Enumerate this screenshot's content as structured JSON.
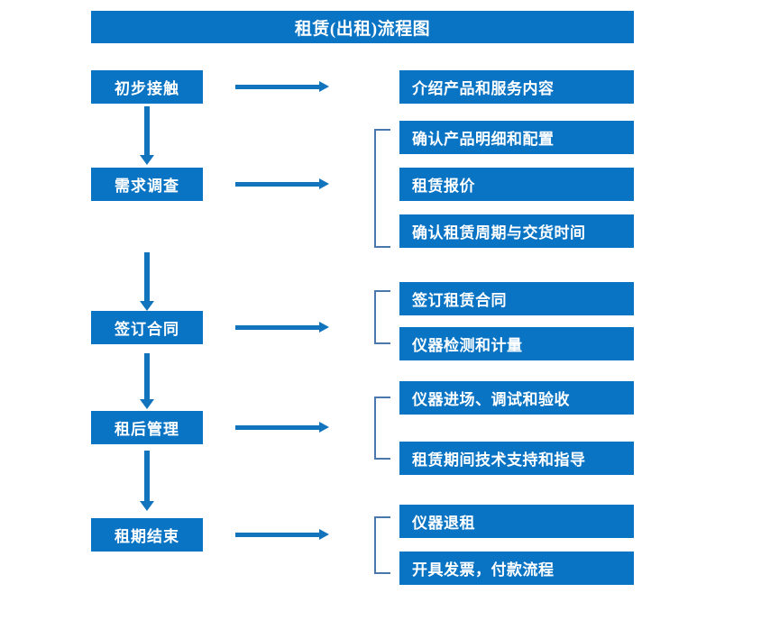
{
  "diagram": {
    "title": "租赁(出租)流程图",
    "accent_color": "#0a74c4",
    "arrow_color": "#1274bd",
    "bracket_color": "#4a78ac",
    "stages": [
      {
        "id": "stage-1",
        "label": "初步接触",
        "arrow": "right-arrow",
        "has_bracket": false,
        "details": [
          {
            "label": "介绍产品和服务内容"
          }
        ]
      },
      {
        "id": "stage-2",
        "label": "需求调查",
        "arrow": "right-arrow",
        "has_bracket": true,
        "details": [
          {
            "label": "确认产品明细和配置"
          },
          {
            "label": "租赁报价"
          },
          {
            "label": "确认租赁周期与交货时间"
          }
        ]
      },
      {
        "id": "stage-3",
        "label": "签订合同",
        "arrow": "right-arrow",
        "has_bracket": true,
        "details": [
          {
            "label": "签订租赁合同"
          },
          {
            "label": "仪器检测和计量"
          }
        ]
      },
      {
        "id": "stage-4",
        "label": "租后管理",
        "arrow": "right-arrow",
        "has_bracket": true,
        "details": [
          {
            "label": "仪器进场、调试和验收"
          },
          {
            "label": "租赁期间技术支持和指导"
          }
        ]
      },
      {
        "id": "stage-5",
        "label": "租期结束",
        "arrow": "right-arrow",
        "has_bracket": true,
        "details": [
          {
            "label": "仪器退租"
          },
          {
            "label": "开具发票，付款流程"
          }
        ]
      }
    ],
    "flow_connectors": [
      {
        "from": "初步接触",
        "to": "需求调查",
        "type": "down-arrow"
      },
      {
        "from": "需求调查",
        "to": "签订合同",
        "type": "down-arrow"
      },
      {
        "from": "签订合同",
        "to": "租后管理",
        "type": "down-arrow"
      },
      {
        "from": "租后管理",
        "to": "租期结束",
        "type": "down-arrow"
      }
    ]
  }
}
